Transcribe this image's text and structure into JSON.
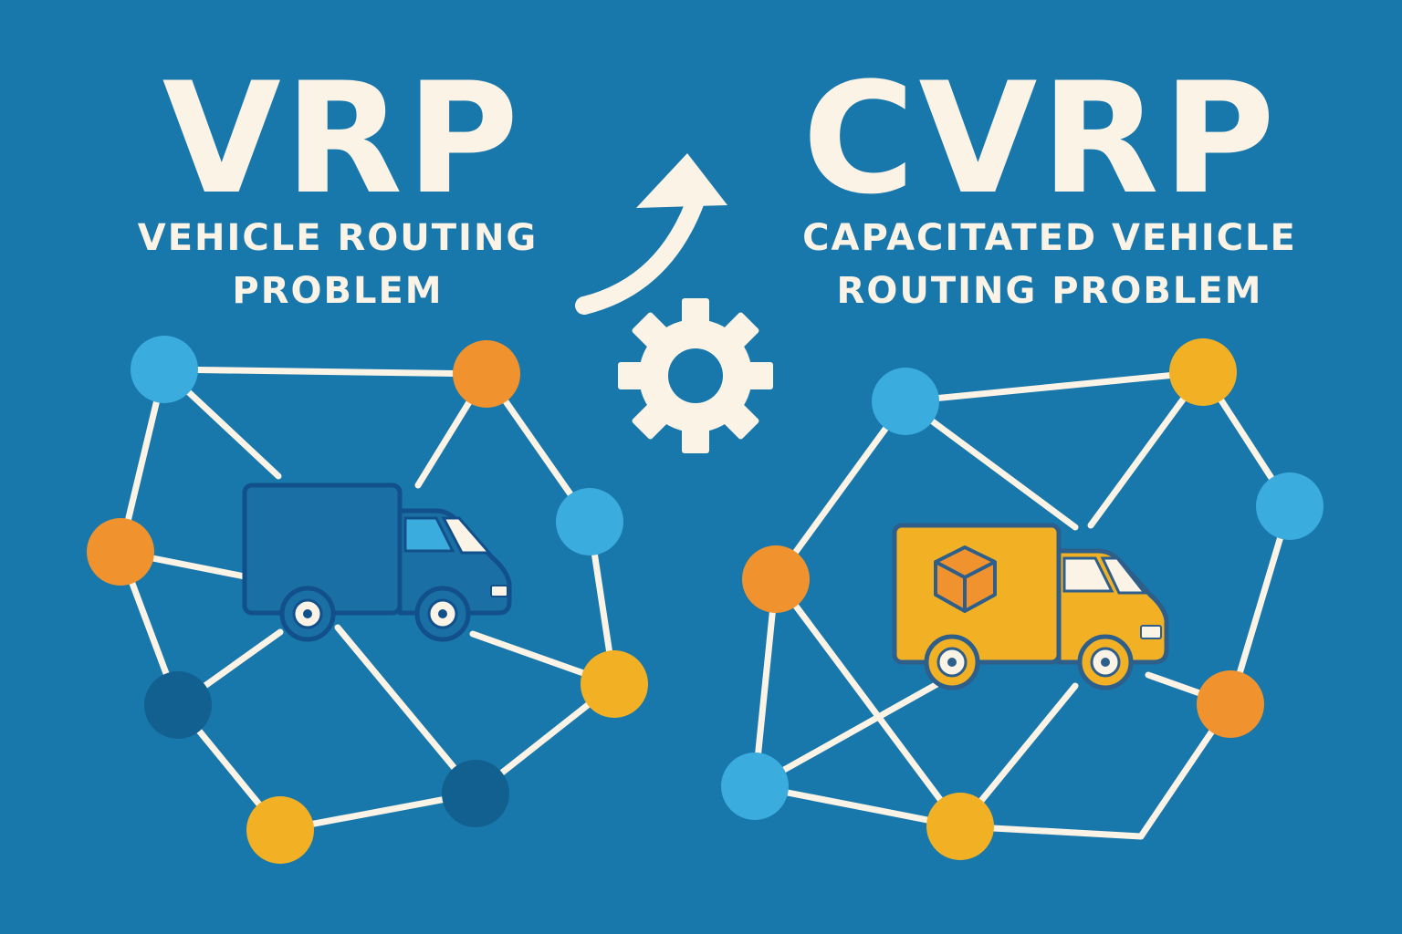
{
  "left_panel": {
    "acronym": "VRP",
    "subtitle_line1": "VEHICLE ROUTING",
    "subtitle_line2": "PROBLEM"
  },
  "right_panel": {
    "acronym": "CVRP",
    "subtitle_line1": "CAPACITATED VEHICLE",
    "subtitle_line2": "ROUTING PROBLEM"
  },
  "icons": {
    "transition": "curved-arrow-icon",
    "process": "gear-icon",
    "vrp_vehicle": "delivery-truck-icon",
    "cvrp_vehicle": "loaded-truck-icon",
    "cargo": "package-box-icon"
  },
  "colors": {
    "background": "#1877ab",
    "text": "#fbf3e6",
    "edge": "#fbf3e6",
    "node_light_blue": "#3aacdd",
    "node_orange": "#f0922e",
    "node_yellow": "#f2b125",
    "node_dark_blue": "#12608f",
    "vrp_truck": "#1a6fa5",
    "cvrp_truck": "#f2b125"
  }
}
